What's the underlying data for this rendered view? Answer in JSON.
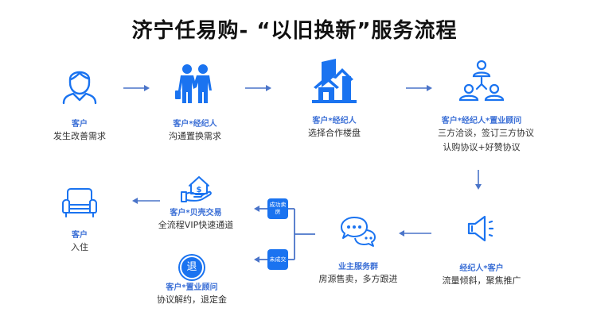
{
  "title": "济宁任易购- “以旧换新”服务流程",
  "colors": {
    "icon_blue": "#1a73f0",
    "role_blue": "#3b6fd6",
    "arrow_blue": "#4a74c9",
    "text": "#333333"
  },
  "steps": [
    {
      "icon": "customer-icon",
      "role": "客户",
      "desc": [
        "发生改善需求"
      ]
    },
    {
      "icon": "handshake-people-icon",
      "role": "客户*经纪人",
      "desc": [
        "沟通置换需求"
      ]
    },
    {
      "icon": "buildings-icon",
      "role": "客户*经纪人",
      "desc": [
        "选择合作楼盘"
      ]
    },
    {
      "icon": "org-tri-people-icon",
      "role": "客户*经纪人*置业顾问",
      "desc": [
        "三方洽谈，签订三方协议",
        "认购协议+好赞协议"
      ]
    },
    {
      "icon": "megaphone-icon",
      "role": "经纪人*客户",
      "desc": [
        "流量倾斜，聚焦推广"
      ]
    },
    {
      "icon": "chat-bubbles-icon",
      "role": "业主服务群",
      "desc": [
        "房源售卖，多方跟进"
      ]
    },
    {
      "icon": "house-money-hand-icon",
      "role": "客户*贝壳交易",
      "desc": [
        "全流程VIP快速通道"
      ]
    },
    {
      "icon": "refund-icon",
      "icon_text": "退",
      "role": "客户*置业顾问",
      "desc": [
        "协议解约，退定金"
      ]
    },
    {
      "icon": "sofa-icon",
      "role": "客户",
      "desc": [
        "入住"
      ]
    }
  ],
  "branches": {
    "success": "成功卖房",
    "fail": "未成交"
  }
}
